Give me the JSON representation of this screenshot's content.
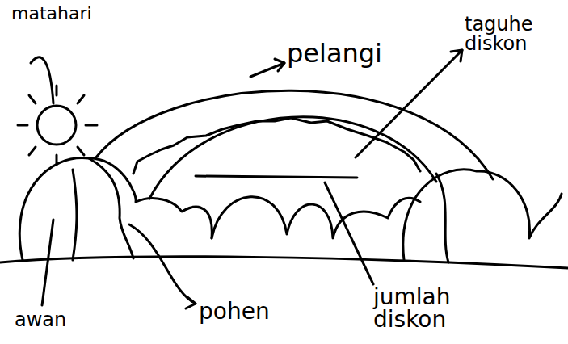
{
  "diagram": {
    "labels": [
      "matahari",
      "pelangi",
      "taguhe diskon",
      "awan",
      "pohen",
      "jumlah diskon"
    ]
  }
}
